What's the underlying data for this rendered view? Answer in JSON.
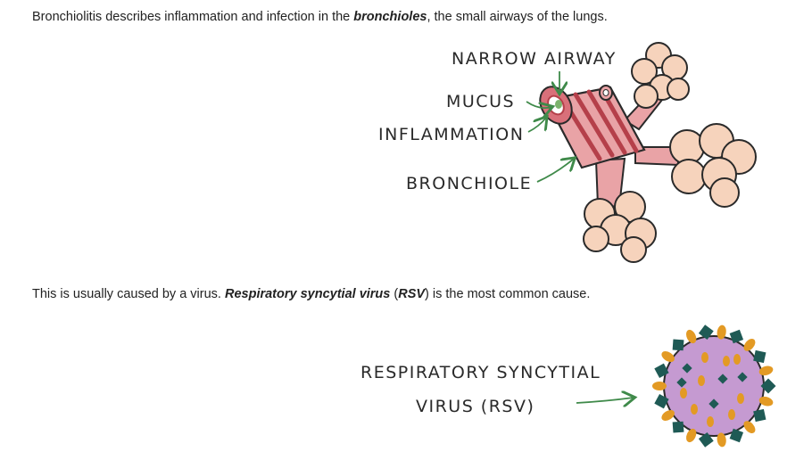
{
  "paragraph1": {
    "before": "Bronchiolitis describes inflammation and infection in the ",
    "bold": "bronchioles",
    "after": ", the small airways of the lungs."
  },
  "figure1": {
    "labels": {
      "narrow_airway": "NARROW AIRWAY",
      "mucus": "MUCUS",
      "inflammation": "INFLAMMATION",
      "bronchiole": "BRONCHIOLE"
    }
  },
  "paragraph2": {
    "before": "This is usually caused by a virus. ",
    "bold": "Respiratory syncytial virus",
    "mid": " (",
    "bold2": "RSV",
    "after": ") is the most common cause."
  },
  "figure2": {
    "label_line1": "RESPIRATORY SYNCYTIAL",
    "label_line2": "VIRUS (RSV)"
  },
  "colors": {
    "text": "#222222",
    "arrow_green": "#3f8a4a",
    "airway_pink": "#e9a3a6",
    "airway_dark": "#b5404a",
    "alveoli": "#f6d3bc",
    "virus_body": "#c59ad1",
    "virus_orange": "#e39a24",
    "virus_teal": "#1f5a55"
  }
}
